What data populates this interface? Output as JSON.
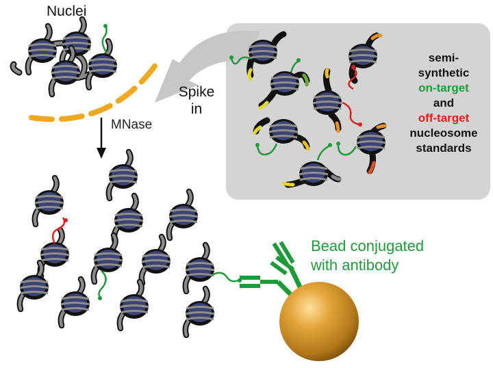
{
  "labels": {
    "nuclei": "Nuclei",
    "mnase": "MNase",
    "spike_line1": "Spike",
    "spike_line2": "in",
    "standards": [
      "semi-",
      "synthetic",
      "on-target",
      "and",
      "off-target",
      "nucleosome",
      "standards"
    ],
    "bead_line1": "Bead conjugated",
    "bead_line2": "with antibody"
  },
  "colors": {
    "on_target": "#1f9a3a",
    "off_target": "#e02020",
    "nuclear_membrane": "#f0a81e",
    "panel": "#d4d4d4",
    "nucleosome_core": "#3d4373",
    "bead": "#c98d26",
    "antibody": "#1f9a3a"
  },
  "icons": {
    "nucleosome": "nucleosome-icon",
    "antibody": "antibody-icon",
    "bead": "bead-icon"
  }
}
